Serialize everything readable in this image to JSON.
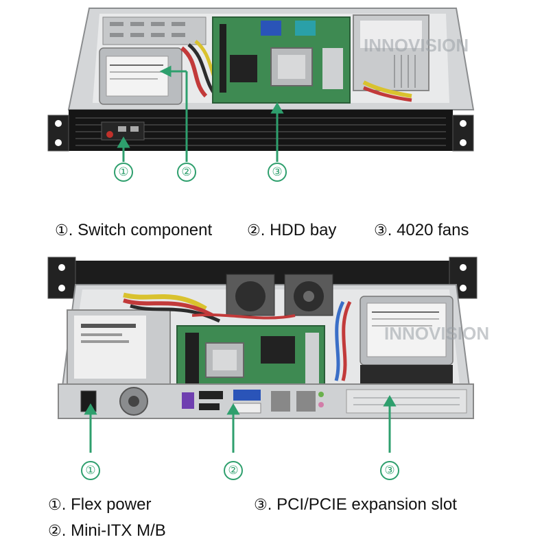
{
  "colors": {
    "callout": "#2e9f6d",
    "chassis": "#1a1a1a",
    "board": "#3e8a52",
    "text": "#111111"
  },
  "top_figure": {
    "callouts": [
      "①",
      "②",
      "③"
    ],
    "captions": [
      {
        "num": "①",
        "text": ". Switch component"
      },
      {
        "num": "②",
        "text": ". HDD bay"
      },
      {
        "num": "③",
        "text": ". 4020 fans"
      }
    ]
  },
  "bottom_figure": {
    "callouts": [
      "①",
      "②",
      "③"
    ],
    "captions": [
      {
        "num": "①",
        "text": ". Flex power"
      },
      {
        "num": "③",
        "text": ". PCI/PCIE expansion slot"
      },
      {
        "num": "②",
        "text": ". Mini-ITX M/B"
      }
    ]
  },
  "watermark": "INNOVISION"
}
